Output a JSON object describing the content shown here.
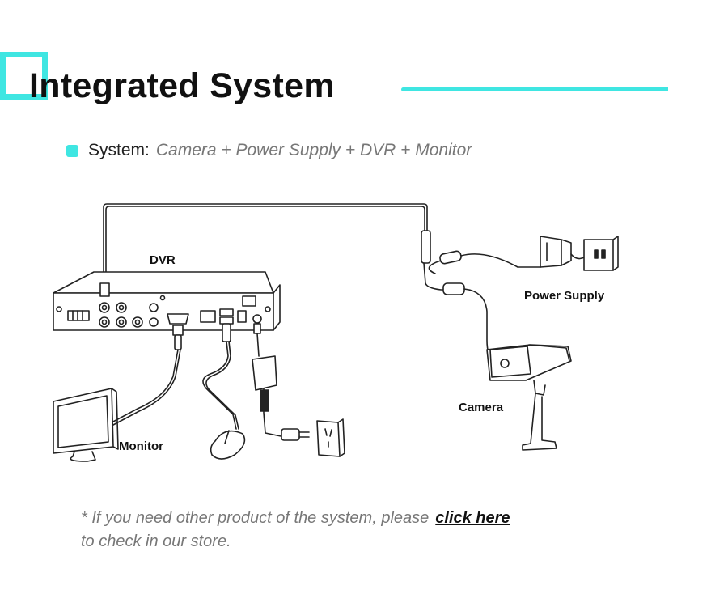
{
  "header": {
    "title": "Integrated System",
    "accent_color": "#3fe6e2"
  },
  "system": {
    "label": "System:",
    "value": "Camera + Power Supply + DVR + Monitor"
  },
  "diagram": {
    "labels": {
      "dvr": "DVR",
      "power_supply": "Power Supply",
      "camera": "Camera",
      "monitor": "Monitor"
    },
    "icons": [
      "dvr-icon",
      "monitor-icon",
      "mouse-icon",
      "power-adapter-icon",
      "wall-outlet-icon",
      "camera-icon"
    ]
  },
  "footer": {
    "note_line1": "* If you need other product of the system, please",
    "link_text": "click here",
    "note_line2": "to check in our store."
  }
}
